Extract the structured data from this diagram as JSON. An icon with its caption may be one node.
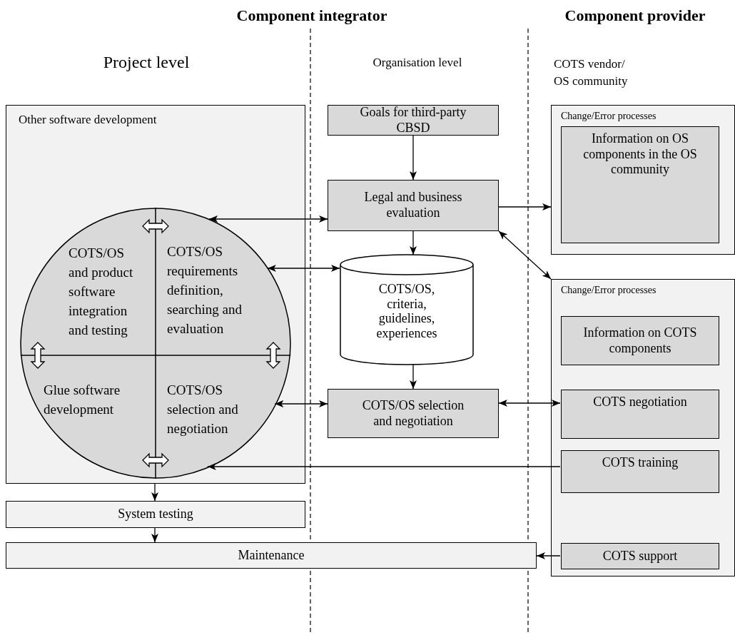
{
  "diagram": {
    "nodes": [
      {
        "text": [
          "Other software development"
        ]
      },
      {
        "text": [
          "COTS/OS and product software integration and testing",
          "COTS/OS requirements definition, searching and evaluation",
          "Glue software development",
          "COTS/OS selection and negotiation"
        ],
        "in": 0
      },
      {
        "text": [
          "System testing"
        ]
      },
      {
        "text": [
          "Maintenance"
        ]
      },
      {
        "text": [
          "Goals for third-party CBSD"
        ]
      },
      {
        "text": [
          "Legal and business evaluation"
        ]
      },
      {
        "text": [
          "COTS/OS, criteria, guidelines, experiences"
        ]
      },
      {
        "text": [
          "COTS/OS selection and negotiation"
        ]
      },
      {
        "text": [
          "Change/Error processes"
        ]
      },
      {
        "text": [
          "Information on OS components in the OS community"
        ],
        "in": 8
      },
      {
        "text": [
          "Change/Error processes"
        ]
      },
      {
        "text": [
          "Information on COTS components"
        ],
        "in": 10
      },
      {
        "text": [
          "COTS negotiation"
        ],
        "in": 10
      },
      {
        "text": [
          "COTS training"
        ],
        "in": 10
      },
      {
        "text": [
          "COTS support"
        ],
        "in": 10
      }
    ],
    "edges": [
      {
        "from": 0,
        "to": 2,
        "arrow": "to"
      },
      {
        "from": 2,
        "to": 3,
        "arrow": "to"
      },
      {
        "from": 4,
        "to": 5,
        "arrow": "to"
      },
      {
        "from": 5,
        "to": 6,
        "arrow": "to"
      },
      {
        "from": 6,
        "to": 7,
        "arrow": "to"
      },
      {
        "from": 1,
        "to": 5,
        "arrow": "both"
      },
      {
        "from": 1,
        "to": 6,
        "arrow": "both"
      },
      {
        "from": 1,
        "to": 7,
        "arrow": "both"
      },
      {
        "from": 5,
        "to": 8,
        "arrow": "to"
      },
      {
        "from": 5,
        "to": 10,
        "arrow": "both"
      },
      {
        "from": 7,
        "to": 12,
        "arrow": "both"
      },
      {
        "from": 13,
        "to": 1,
        "arrow": "to"
      },
      {
        "from": 14,
        "to": 3,
        "arrow": "to"
      }
    ],
    "labels": [
      "Component integrator",
      "Component provider",
      "Project level",
      "Organisation level",
      "COTS vendor/ OS community"
    ]
  }
}
